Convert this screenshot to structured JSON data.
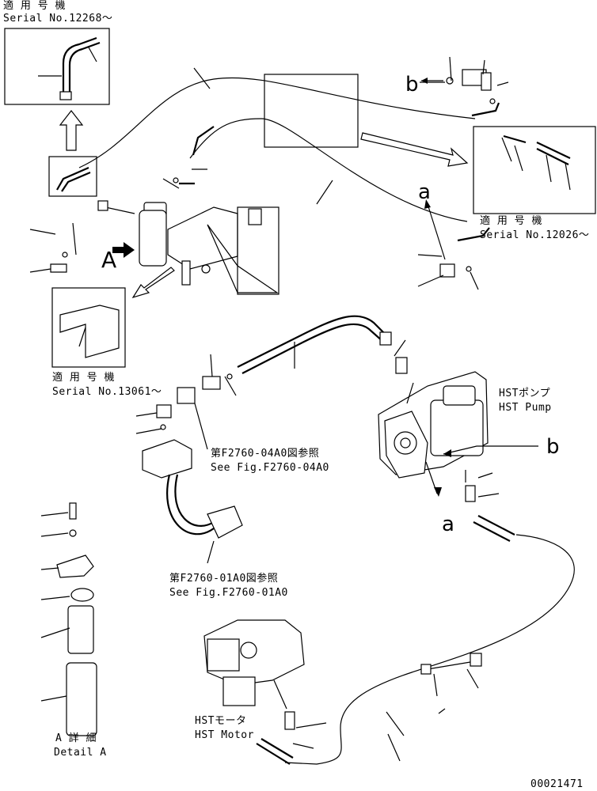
{
  "labels": {
    "tl_applicable": "適 用 号 機",
    "tl_serial": "Serial No.12268～",
    "tr_applicable": "適 用 号 機",
    "tr_serial": "Serial No.12026～",
    "ml_applicable": "適 用 号 機",
    "ml_serial": "Serial No.13061～",
    "hst_pump_jp": "HSTポンプ",
    "hst_pump_en": "HST Pump",
    "ref1_jp": "第F2760-04A0図参照",
    "ref1_en": "See Fig.F2760-04A0",
    "ref2_jp": "第F2760-01A0図参照",
    "ref2_en": "See Fig.F2760-01A0",
    "hst_motor_jp": "HSTモータ",
    "hst_motor_en": "HST Motor",
    "detail_jp": "A 詳 細",
    "detail_en": "Detail A",
    "drawing_no": "00021471"
  },
  "callouts": {
    "a_top": "a",
    "a_bottom": "a",
    "b_left": "b",
    "b_right": "b",
    "A_marker": "A"
  }
}
